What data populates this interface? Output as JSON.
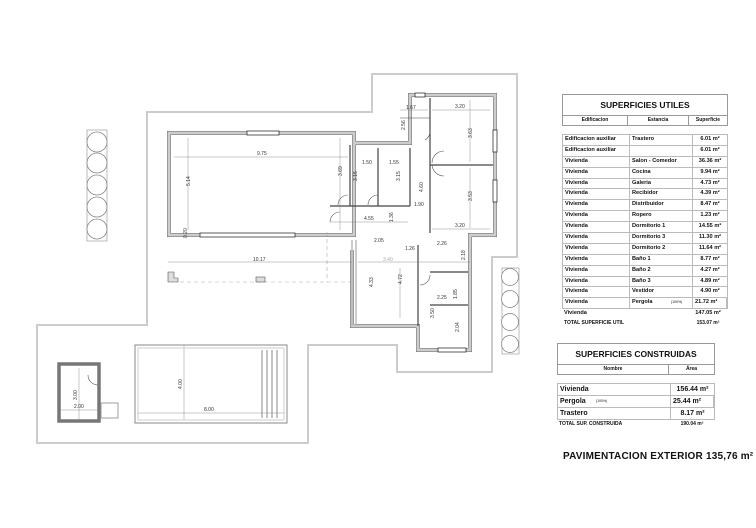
{
  "plan": {
    "dimensions": [
      "9.75",
      "5.14",
      "3.69",
      "1.50",
      "3.15",
      "1.55",
      "3.15",
      "4.60",
      "1.90",
      "4.55",
      "1.36",
      "1.67",
      "2.56",
      "3.20",
      "3.63",
      "3.53",
      "3.20",
      "10.17",
      "2.05",
      "1.26",
      "2.26",
      "2.18",
      "3.40",
      "4.72",
      "4.33",
      "2.25",
      "1.85",
      "3.50",
      "2.04",
      "4.00",
      "8.00",
      "3.00",
      "2.00",
      "0.20"
    ]
  },
  "superficies_utiles": {
    "title": "SUPERFICIES UTILES",
    "headers": [
      "Edificacion",
      "Estancia",
      "Superficie"
    ],
    "rows": [
      [
        "Edificacion auxiliar",
        "Trastero",
        "6.01 m²"
      ],
      [
        "Edificacion auxiliar",
        "",
        "6.01 m²"
      ],
      [
        "Vivienda",
        "Salon - Comedor",
        "36.36 m²"
      ],
      [
        "Vivienda",
        "Cocina",
        "9.94 m²"
      ],
      [
        "Vivienda",
        "Galeria",
        "4.73 m²"
      ],
      [
        "Vivienda",
        "Recibidor",
        "4.39 m²"
      ],
      [
        "Vivienda",
        "Distribuidor",
        "8.47 m²"
      ],
      [
        "Vivienda",
        "Ropero",
        "1.23 m²"
      ],
      [
        "Vivienda",
        "Dormitorio 1",
        "14.55 m²"
      ],
      [
        "Vivienda",
        "Dormitorio 3",
        "11.30 m²"
      ],
      [
        "Vivienda",
        "Dormitorio 2",
        "11.64 m²"
      ],
      [
        "Vivienda",
        "Baño 1",
        "8.77 m²"
      ],
      [
        "Vivienda",
        "Baño 2",
        "4.27 m²"
      ],
      [
        "Vivienda",
        "Baño 3",
        "4.89 m²"
      ],
      [
        "Vivienda",
        "Vestidor",
        "4.90 m²"
      ],
      [
        "Vivienda",
        "Pergola",
        "21.72 m²"
      ]
    ],
    "pergola_note": "(100%)",
    "subtotal": [
      "Vivienda",
      "147.05 m²"
    ],
    "total": [
      "TOTAL SUPERFICIE UTIL",
      "153.07 m²"
    ]
  },
  "superficies_construidas": {
    "title": "SUPERFICIES CONSTRUIDAS",
    "headers": [
      "Nombre",
      "Área"
    ],
    "rows": [
      [
        "Vivienda",
        "156.44 m²"
      ],
      [
        "Pergola",
        "25.44 m²"
      ],
      [
        "Trastero",
        "8.17 m²"
      ]
    ],
    "pergola_note": "(100%)",
    "total": [
      "TOTAL SUP. CONSTRUIDA",
      "190.04 m²"
    ]
  },
  "pavimentacion": "PAVIMENTACION EXTERIOR 135,76 m²"
}
